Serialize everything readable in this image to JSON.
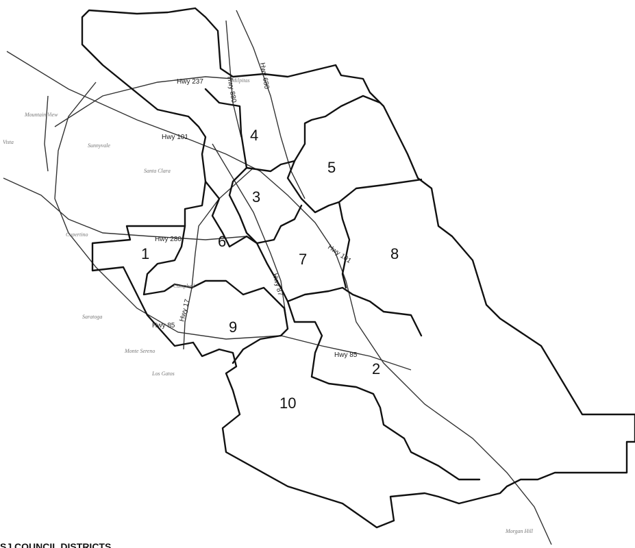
{
  "map": {
    "districts": [
      "1",
      "2",
      "3",
      "4",
      "5",
      "6",
      "7",
      "8",
      "9",
      "10"
    ],
    "highways": {
      "hwy237": "Hwy 237",
      "hwy880": "Hwy 880",
      "hwy680": "Hwy 680",
      "hwy101": "Hwy 101",
      "hwy101s": "Hwy 101",
      "hwy280": "Hwy 280",
      "hwy87": "Hwy 87",
      "hwy17": "Hwy 17",
      "hwy85": "Hwy 85",
      "hwy85s": "Hwy 85"
    },
    "cities": {
      "milpitas": "Milpitas",
      "mtnview": "Mountain View",
      "sunnyvale": "Sunnyvale",
      "santaclara": "Santa Clara",
      "cupertino": "Cupertino",
      "campbell": "Campbell",
      "saratoga": "Saratoga",
      "montesereno": "Monte Sereno",
      "losgatos": "Los Gatos",
      "morganhill": "Morgan Hill",
      "vista": "Vista"
    },
    "caption": "SJ COUNCIL DISTRICTS"
  }
}
